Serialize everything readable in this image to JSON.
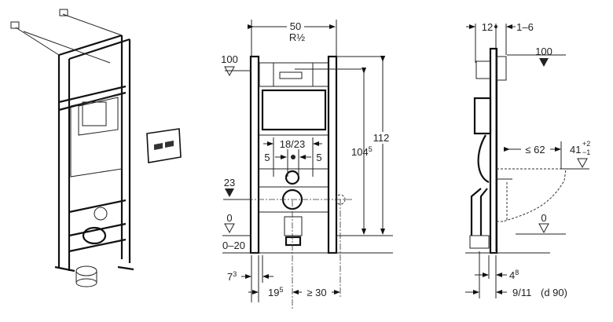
{
  "front_view": {
    "width": "50",
    "connection": "R½",
    "level_100": "100",
    "height_112": "112",
    "height_104": "104",
    "height_104_sup": "5",
    "spacing_18_23": "18/23",
    "offset_left_5": "5",
    "offset_right_5": "5",
    "level_23": "23",
    "level_0": "0",
    "floor_range": "0–20",
    "dim_7": "7",
    "dim_7_sup": "3",
    "dim_19": "19",
    "dim_19_sup": "5",
    "dim_min_30": "≥ 30"
  },
  "side_view": {
    "dim_12": "12",
    "dim_1_6": "1–6",
    "level_100": "100",
    "max_62": "≤ 62",
    "seat_height": "41",
    "seat_tol_plus": "+2",
    "seat_tol_minus": "−1",
    "level_0": "0",
    "dim_4": "4",
    "dim_4_sup": "8",
    "dim_9_11": "9/11",
    "pipe_diameter": "(d 90)"
  }
}
